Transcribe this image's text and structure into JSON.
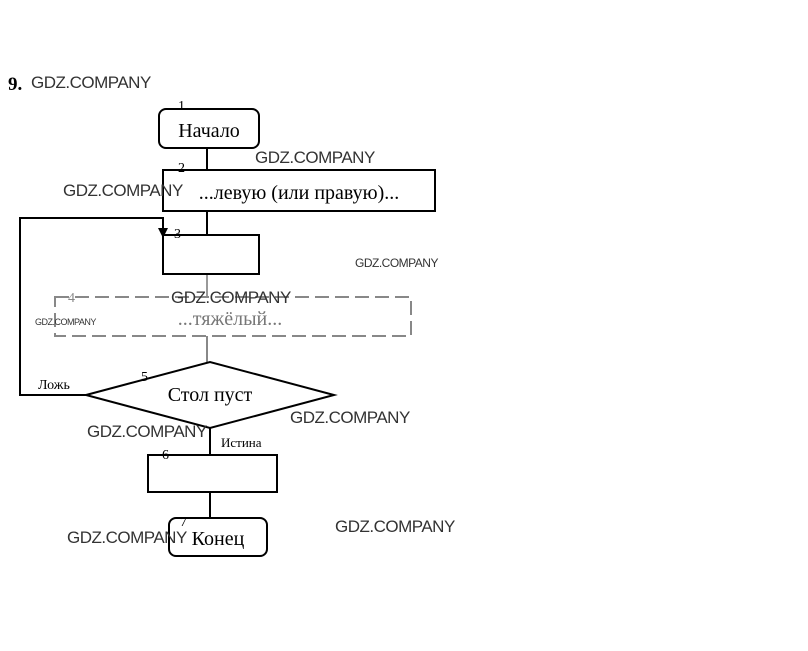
{
  "task_number": "9.",
  "watermark": "GDZ.COMPANY",
  "blocks": [
    {
      "num": "1",
      "text": "Начало"
    },
    {
      "num": "2",
      "text": "...левую (или правую)..."
    },
    {
      "num": "3",
      "text": ""
    },
    {
      "num": "4",
      "text": "...тяжёлый..."
    },
    {
      "num": "5",
      "text": "Стол пуст"
    },
    {
      "num": "6",
      "text": ""
    },
    {
      "num": "7",
      "text": "Конец"
    }
  ],
  "branches": {
    "false_label": "Ложь",
    "true_label": "Истина"
  }
}
